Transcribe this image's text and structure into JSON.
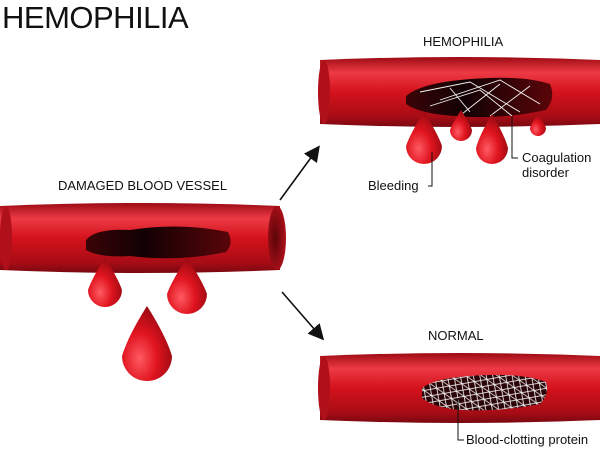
{
  "title": "HEMOPHILIA",
  "damaged": {
    "label": "DAMAGED BLOOD VESSEL"
  },
  "hemophilia": {
    "label": "HEMOPHILIA",
    "callout_bleeding": "Bleeding",
    "callout_coagulation_line1": "Coagulation",
    "callout_coagulation_line2": "disorder"
  },
  "normal": {
    "label": "NORMAL",
    "callout_protein": "Blood-clotting protein"
  },
  "colors": {
    "vessel": "#d4121c",
    "vessel_dark": "#8e0a12",
    "vessel_light": "#f0606a",
    "wound": "#1a0204",
    "drop": "#e0141f",
    "text": "#111111"
  }
}
